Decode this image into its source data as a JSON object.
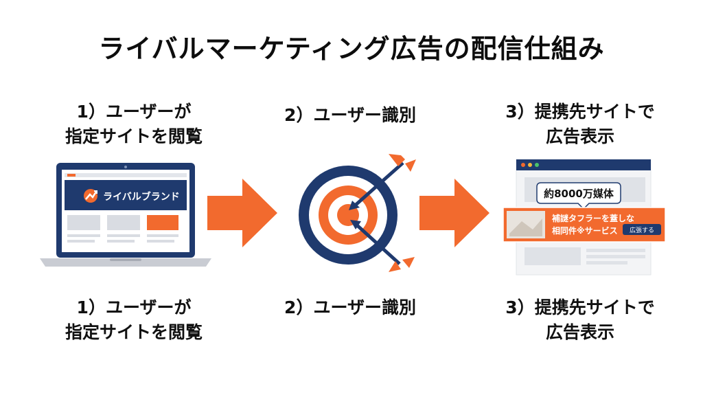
{
  "title": "ライバルマーケティング広告の配信仕組み",
  "steps": [
    {
      "line1": "1）ユーザーが",
      "line2": "指定サイトを閲覧"
    },
    {
      "line1": "2）ユーザー識別",
      "line2": ""
    },
    {
      "line1": "3）提携先サイトで",
      "line2": "広告表示"
    }
  ],
  "steps_bottom": [
    {
      "line1": "1）ユーザーが",
      "line2": "指定サイトを閲覧"
    },
    {
      "line1": "2）ユーザー識別",
      "line2": ""
    },
    {
      "line1": "3）提携先サイトで",
      "line2": "広告表示"
    }
  ],
  "laptop": {
    "brand": "ライバルブランド"
  },
  "publisher": {
    "badge": "約8000万媒体",
    "ad_line1": "補謎タフラーを蓋しな",
    "ad_line2": "相同件※サービス",
    "ad_button": "広張する"
  },
  "colors": {
    "navy": "#1f3a6e",
    "orange": "#f26a2e",
    "gray": "#d9dce2"
  }
}
